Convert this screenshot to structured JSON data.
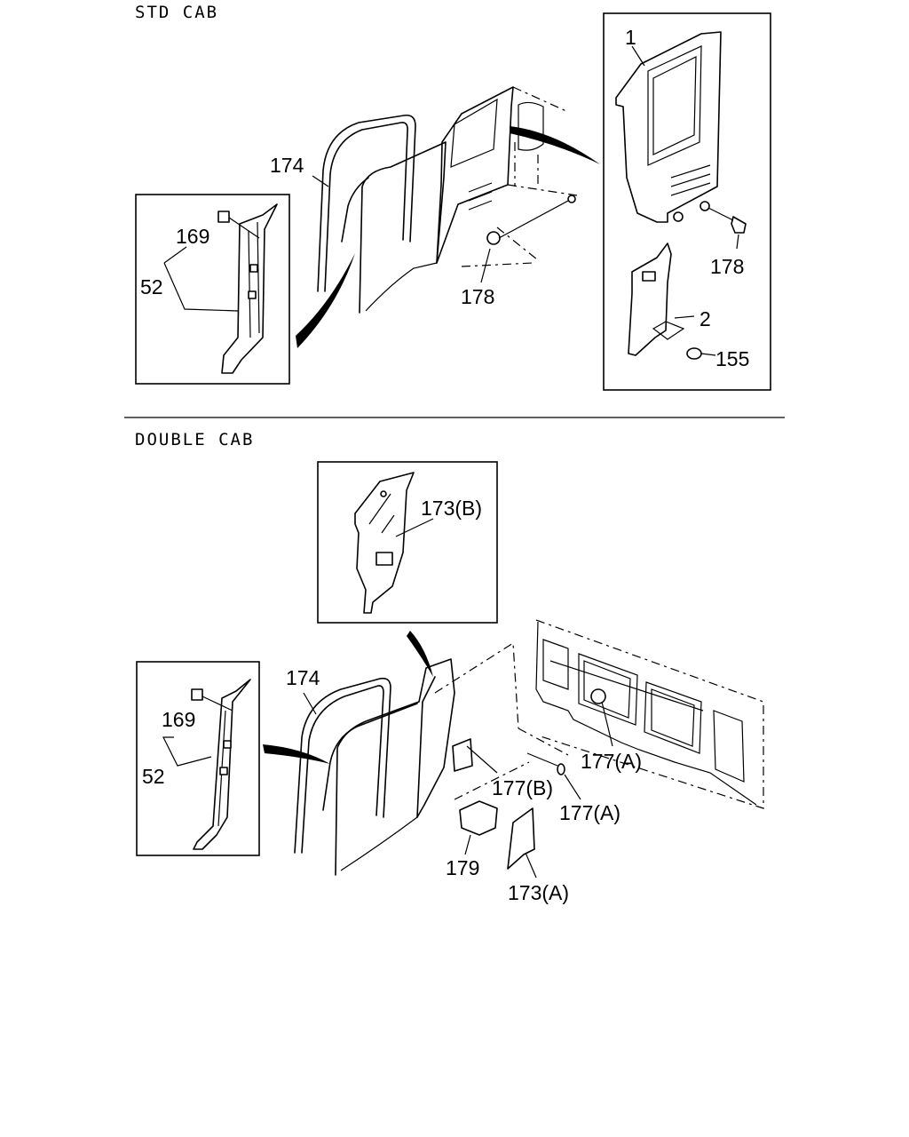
{
  "sections": {
    "std": {
      "title": "STD CAB"
    },
    "double": {
      "title": "DOUBLE CAB"
    }
  },
  "callouts": {
    "std_174": "174",
    "std_169": "169",
    "std_52": "52",
    "std_178_main": "178",
    "std_1": "1",
    "std_178_detail": "178",
    "std_2": "2",
    "std_155": "155",
    "dbl_173b": "173(B)",
    "dbl_174": "174",
    "dbl_169": "169",
    "dbl_52": "52",
    "dbl_177a_upper": "177(A)",
    "dbl_177b": "177(B)",
    "dbl_177a_lower": "177(A)",
    "dbl_179": "179",
    "dbl_173a": "173(A)"
  }
}
